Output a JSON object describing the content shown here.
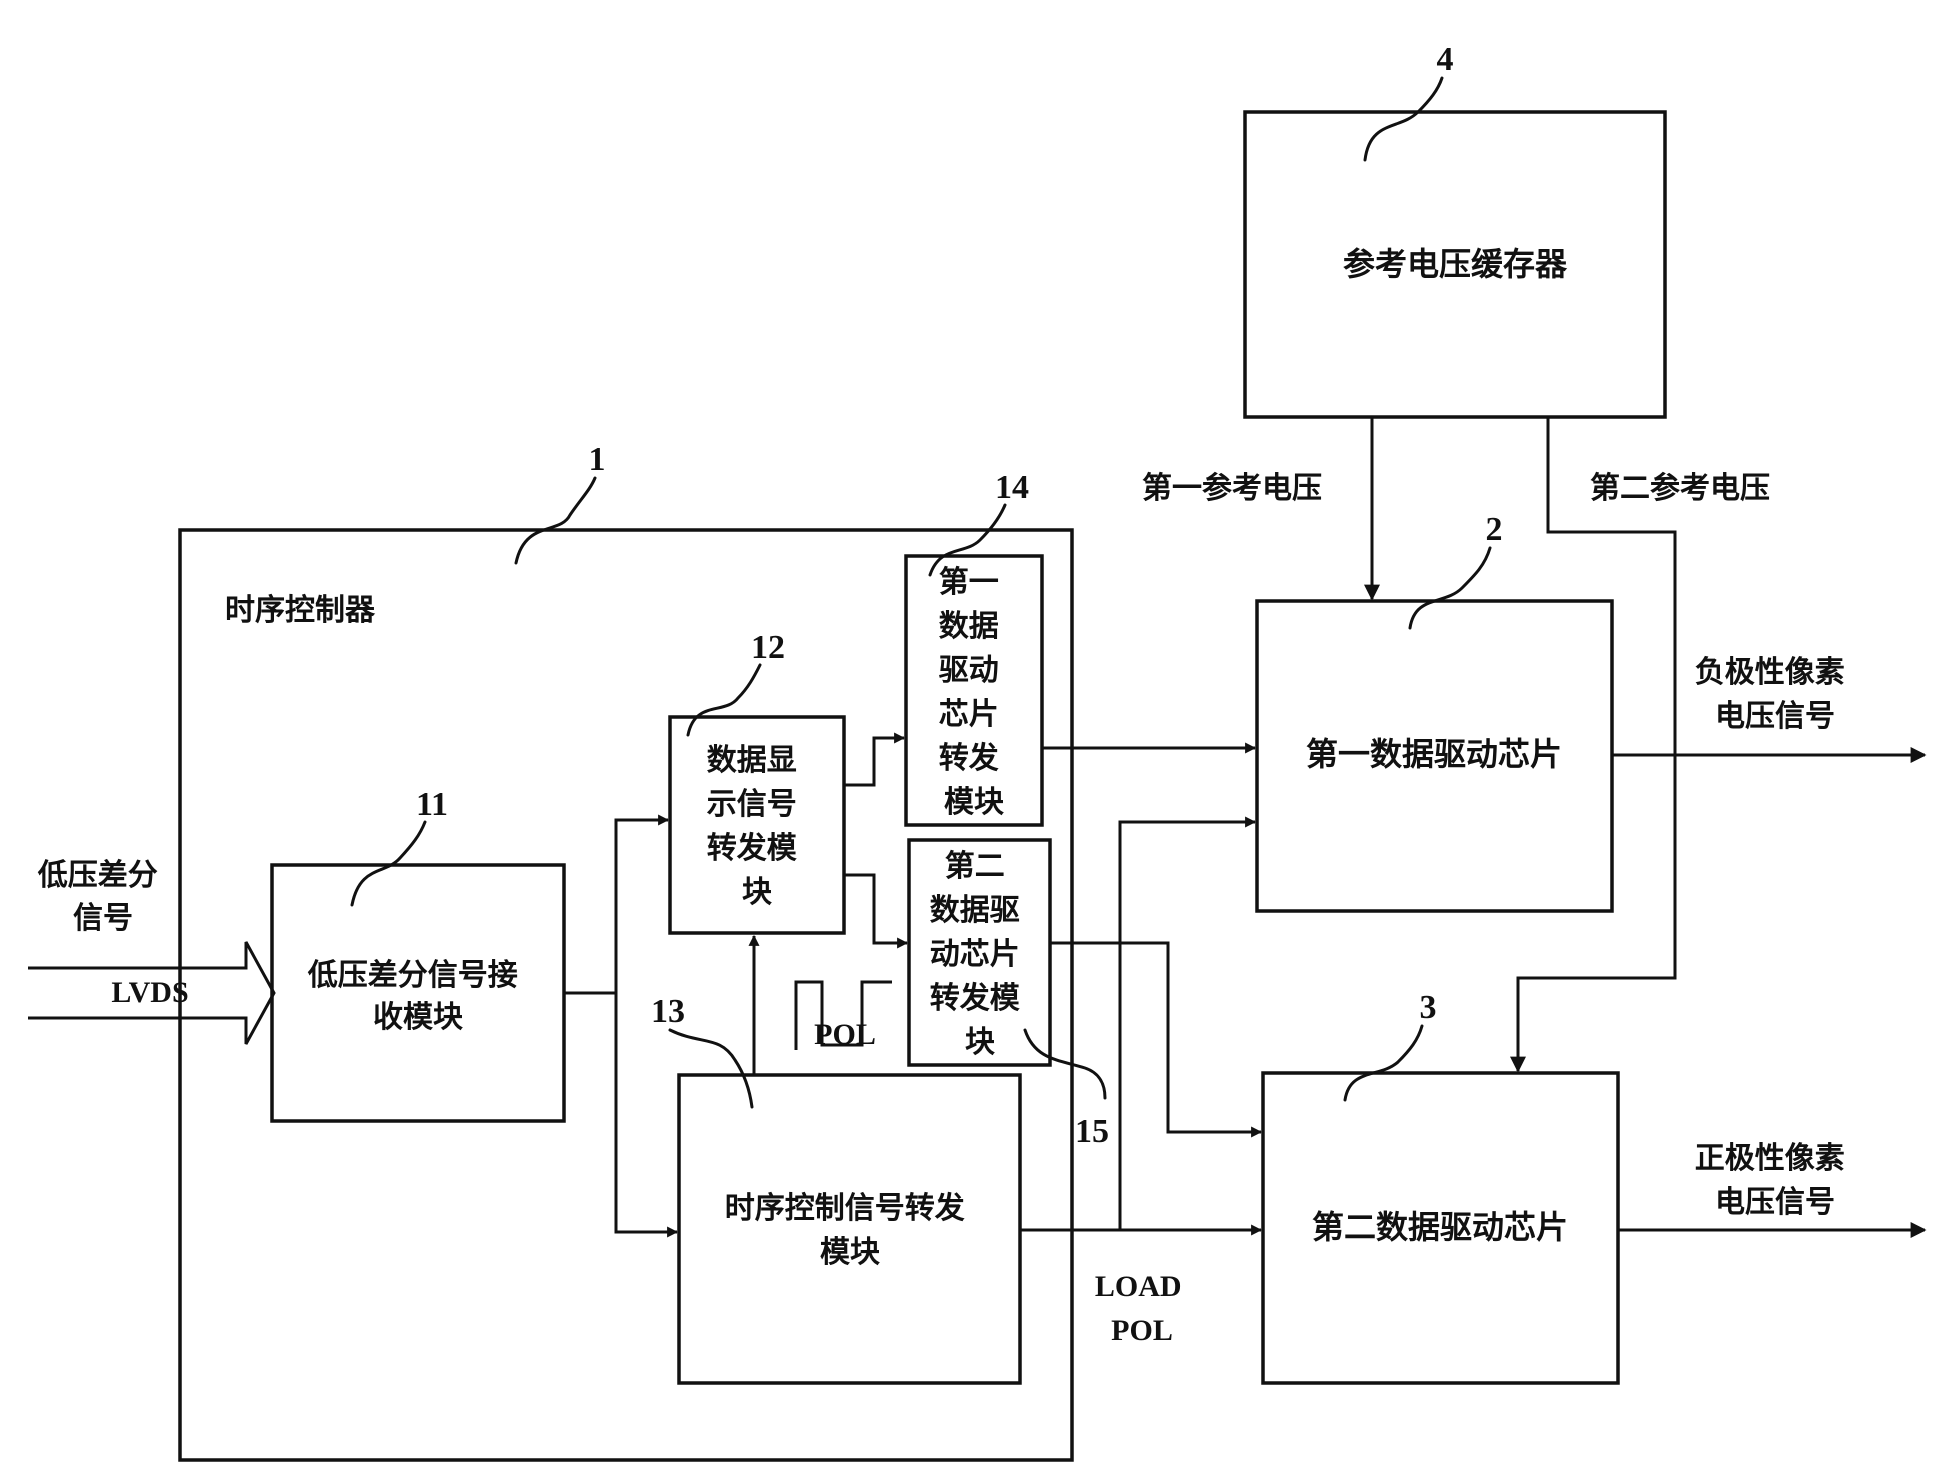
{
  "blocks": {
    "tcon": {
      "label": "时序控制器",
      "number": "1"
    },
    "lvds_rx": {
      "lines": [
        "低压差分信号接",
        "收模块"
      ],
      "number": "11"
    },
    "data_fwd": {
      "lines": [
        "数据显",
        "示信号",
        "转发模",
        "块"
      ],
      "number": "12"
    },
    "timing_fwd": {
      "lines": [
        "时序控制信号转发",
        "模块"
      ],
      "number": "13"
    },
    "fwd1": {
      "lines": [
        "第一",
        "数据",
        "驱动",
        "芯片",
        "转发",
        "模块"
      ],
      "number": "14"
    },
    "fwd2": {
      "lines": [
        "第二",
        "数据驱",
        "动芯片",
        "转发模",
        "块"
      ],
      "number": "15"
    },
    "ref_buffer": {
      "label": "参考电压缓存器",
      "number": "4"
    },
    "chip1": {
      "label": "第一数据驱动芯片",
      "number": "2"
    },
    "chip2": {
      "label": "第二数据驱动芯片",
      "number": "3"
    }
  },
  "signals": {
    "lvds_in": {
      "lines": [
        "低压差分",
        "信号"
      ],
      "tag": "LVDS"
    },
    "pol_waveform": "POL",
    "load_pol": [
      "LOAD",
      "POL"
    ],
    "ref1": "第一参考电压",
    "ref2": "第二参考电压",
    "out_negative": [
      "负极性像素",
      "电压信号"
    ],
    "out_positive": [
      "正极性像素",
      "电压信号"
    ]
  }
}
